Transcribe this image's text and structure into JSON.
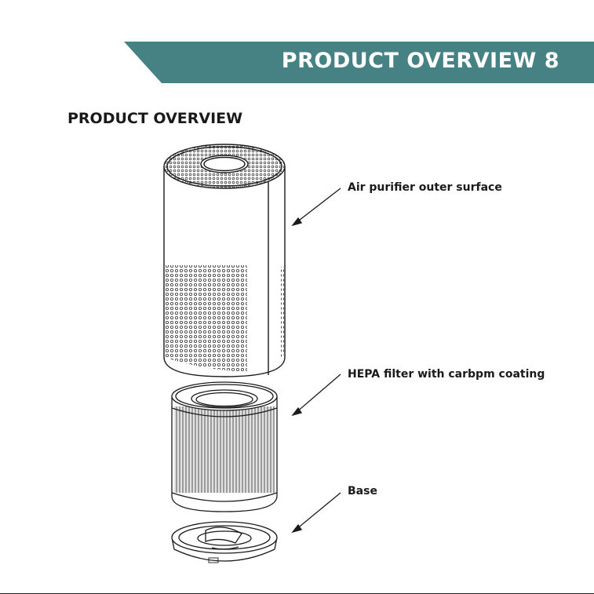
{
  "header": {
    "title": "PRODUCT OVERVIEW  8",
    "band_color": "#468283"
  },
  "section": {
    "title": "PRODUCT OVERVIEW"
  },
  "parts": [
    {
      "label": "Air purifier outer surface"
    },
    {
      "label": "HEPA filter with carbpm coating"
    },
    {
      "label": "Base"
    }
  ],
  "colors": {
    "line": "#1a1a1a",
    "background": "#ffffff"
  }
}
